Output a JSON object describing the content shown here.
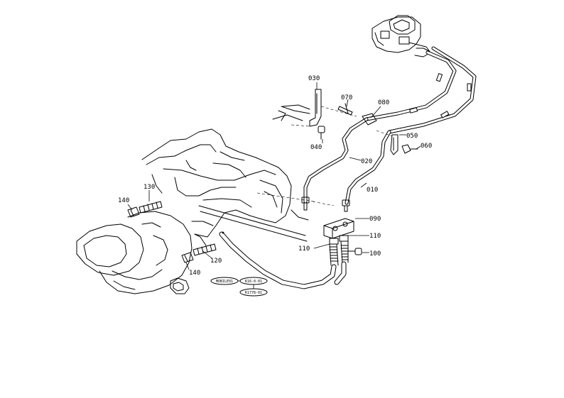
{
  "parts": {
    "p010": "010",
    "p020": "020",
    "p030": "030",
    "p040": "040",
    "p050": "050",
    "p060": "060",
    "p070": "070",
    "p080": "080",
    "p090": "090",
    "p100": "100",
    "p110": "110",
    "p110b": "110",
    "p120": "120",
    "p130": "130",
    "p140a": "140",
    "p140b": "140"
  },
  "references": {
    "ref1": "MOBILE01",
    "ref2": "K16-0-01",
    "ref3": "K1778-01"
  }
}
